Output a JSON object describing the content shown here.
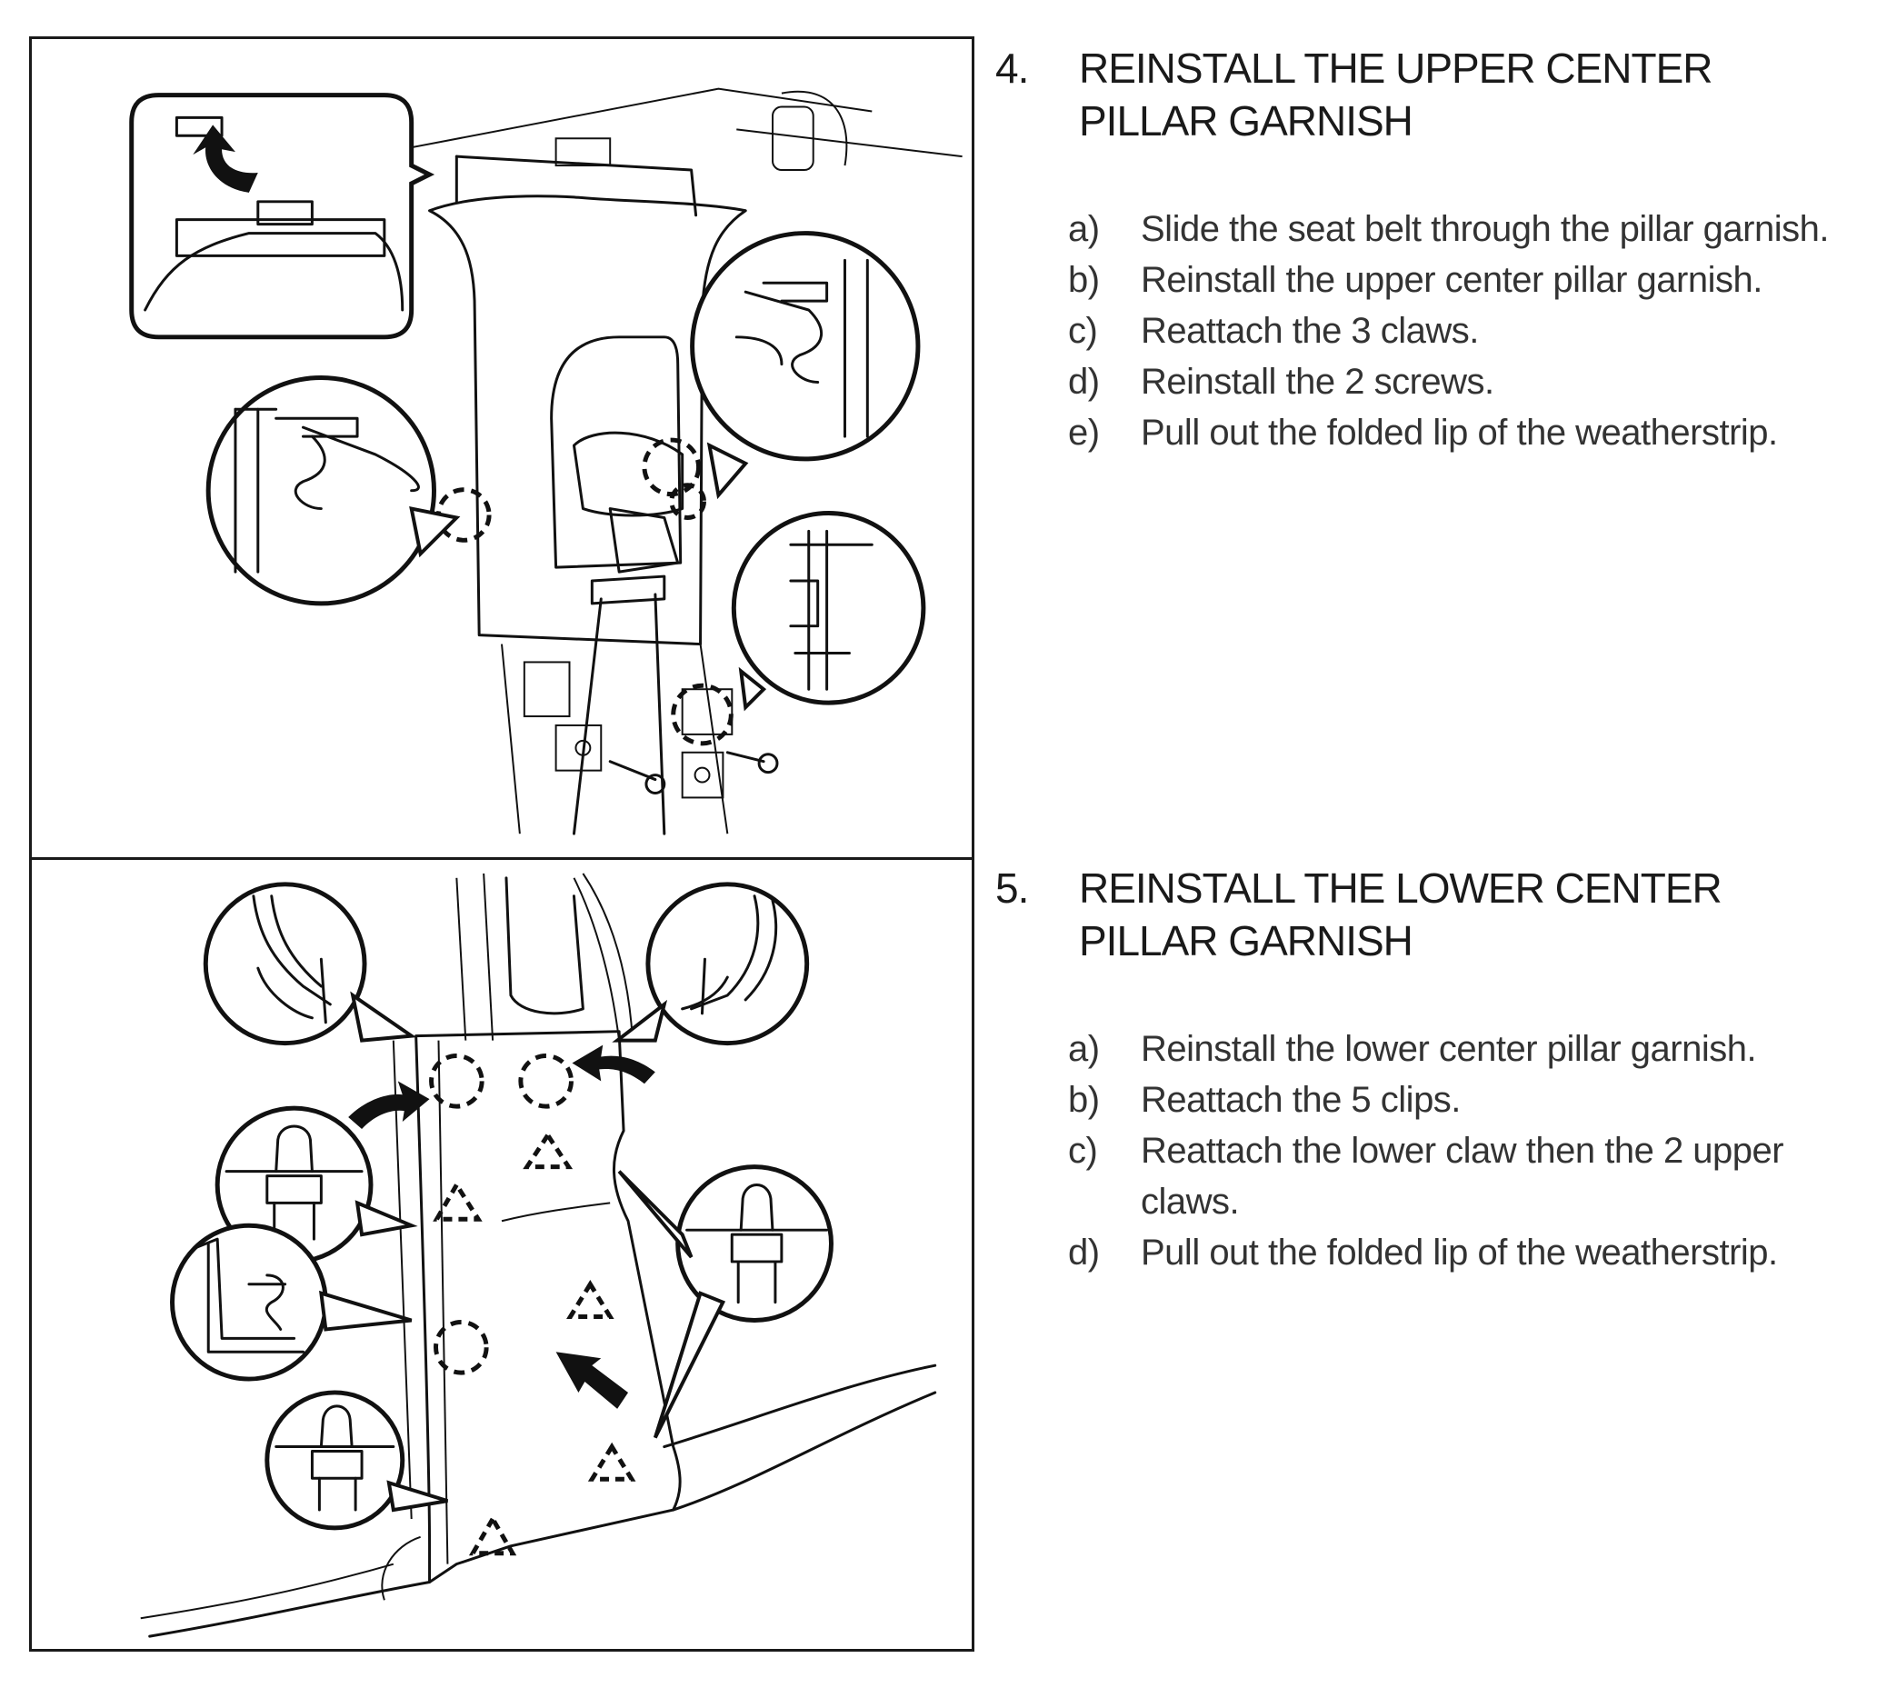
{
  "sections": [
    {
      "number": "4.",
      "title": "REINSTALL THE UPPER CENTER PILLAR GARNISH",
      "steps": [
        {
          "letter": "a)",
          "text": "Slide the seat belt through the pillar garnish."
        },
        {
          "letter": "b)",
          "text": "Reinstall the upper center pillar garnish."
        },
        {
          "letter": "c)",
          "text": "Reattach the 3 claws."
        },
        {
          "letter": "d)",
          "text": "Reinstall the 2 screws."
        },
        {
          "letter": "e)",
          "text": "Pull out the folded lip of the weatherstrip."
        }
      ]
    },
    {
      "number": "5.",
      "title": "REINSTALL THE LOWER CENTER PILLAR GARNISH",
      "steps": [
        {
          "letter": "a)",
          "text": "Reinstall the lower center pillar garnish."
        },
        {
          "letter": "b)",
          "text": "Reattach the 5 clips."
        },
        {
          "letter": "c)",
          "text": "Reattach the lower claw then the 2 upper claws."
        },
        {
          "letter": "d)",
          "text": "Pull out the folded lip of the weatherstrip."
        }
      ]
    }
  ]
}
